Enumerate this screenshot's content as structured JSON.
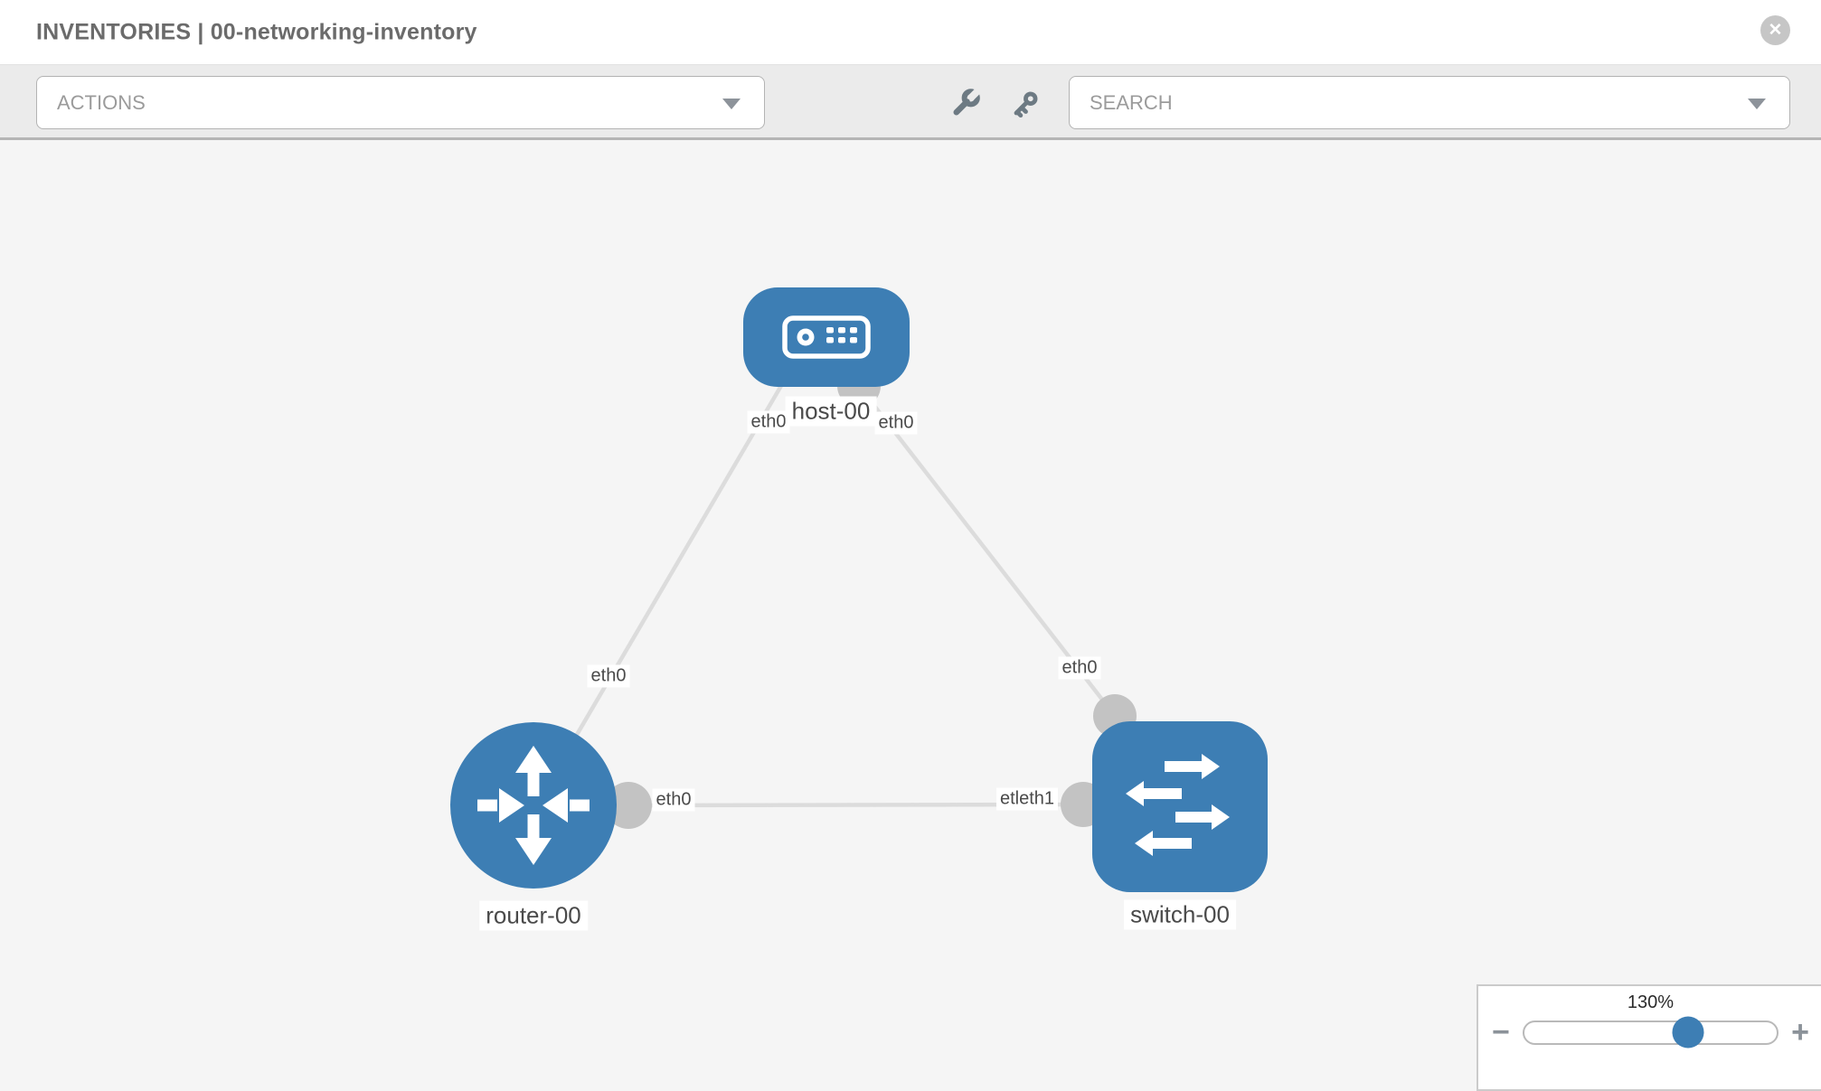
{
  "header": {
    "title": "INVENTORIES | 00-networking-inventory",
    "close_glyph": "✕"
  },
  "toolbar": {
    "actions_label": "ACTIONS",
    "search_placeholder": "SEARCH",
    "icons": [
      "wrench-icon",
      "key-icon"
    ]
  },
  "topology": {
    "nodes": [
      {
        "id": "host-00",
        "type": "host",
        "label": "host-00"
      },
      {
        "id": "router-00",
        "type": "router",
        "label": "router-00"
      },
      {
        "id": "switch-00",
        "type": "switch",
        "label": "switch-00"
      }
    ],
    "links": [
      {
        "from": "host-00",
        "to": "router-00"
      },
      {
        "from": "host-00",
        "to": "switch-00"
      },
      {
        "from": "router-00",
        "to": "switch-00"
      }
    ],
    "port_labels": {
      "host_left_port": "eth0",
      "host_right_port": "eth0",
      "host_router_link": "eth0",
      "host_switch_link": "eth0",
      "router_right_port": "eth0",
      "switch_left_port": "etleth1"
    },
    "colors": {
      "node_blue": "#3d7eb4",
      "port_gray": "#c3c3c3",
      "link_gray": "#dcdcdc",
      "canvas_bg": "#f5f5f5"
    }
  },
  "zoom_control": {
    "level": "130%",
    "minus_glyph": "−",
    "plus_glyph": "+"
  }
}
